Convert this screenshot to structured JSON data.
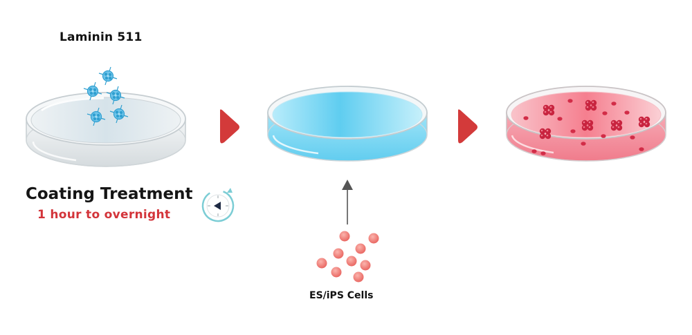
{
  "labels": {
    "laminin": "Laminin 511",
    "coating_title": "Coating Treatment",
    "coating_time": "1 hour to overnight",
    "cells": "ES/iPS Cells"
  },
  "steps": [
    {
      "name": "coating-dish",
      "content": "laminin-coating"
    },
    {
      "name": "coated-dish",
      "content": "coated-surface"
    },
    {
      "name": "culture-dish",
      "content": "cell-colonies"
    }
  ],
  "icons": [
    "laminin-molecule-icon",
    "timer-icon",
    "arrow-right-icon",
    "arrow-up-icon",
    "cell-icon"
  ],
  "colors": {
    "arrow": "#d33a3a",
    "coating_text": "#d3343a",
    "coated_medium": "#7fd8f5",
    "culture_medium": "#f58a98",
    "cell": "#ea6f6a",
    "laminin": "#35a8d8",
    "timer_ring": "#7ccdd5"
  }
}
